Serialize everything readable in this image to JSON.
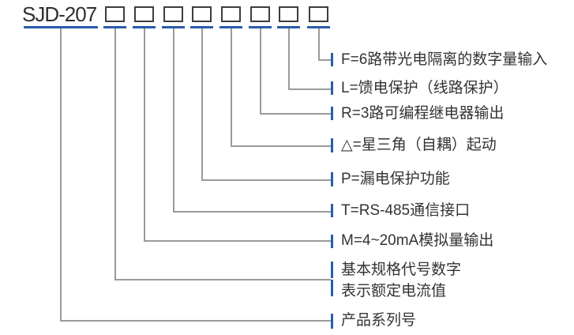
{
  "diagram": {
    "model_prefix": "SJD-207",
    "box_count": 8,
    "colors": {
      "accent_blue": "#2a5caa",
      "connector_gray": "#9a9a9a",
      "box_border": "#3d3d3d",
      "text": "#333333"
    },
    "labels": {
      "digital_input": "F=6路带光电隔离的数字量输入",
      "feeder_protection": "L=馈电保护（线路保护）",
      "relay_output": "R=3路可编程继电器输出",
      "star_delta": "△=星三角（自耦）起动",
      "leakage_protection": "P=漏电保护功能",
      "rs485": "T=RS-485通信接口",
      "analog_output": "M=4~20mA模拟量输出",
      "basic_spec_line1": "基本规格代号数字",
      "basic_spec_line2": "表示额定电流值",
      "product_series": "产品系列号"
    }
  }
}
